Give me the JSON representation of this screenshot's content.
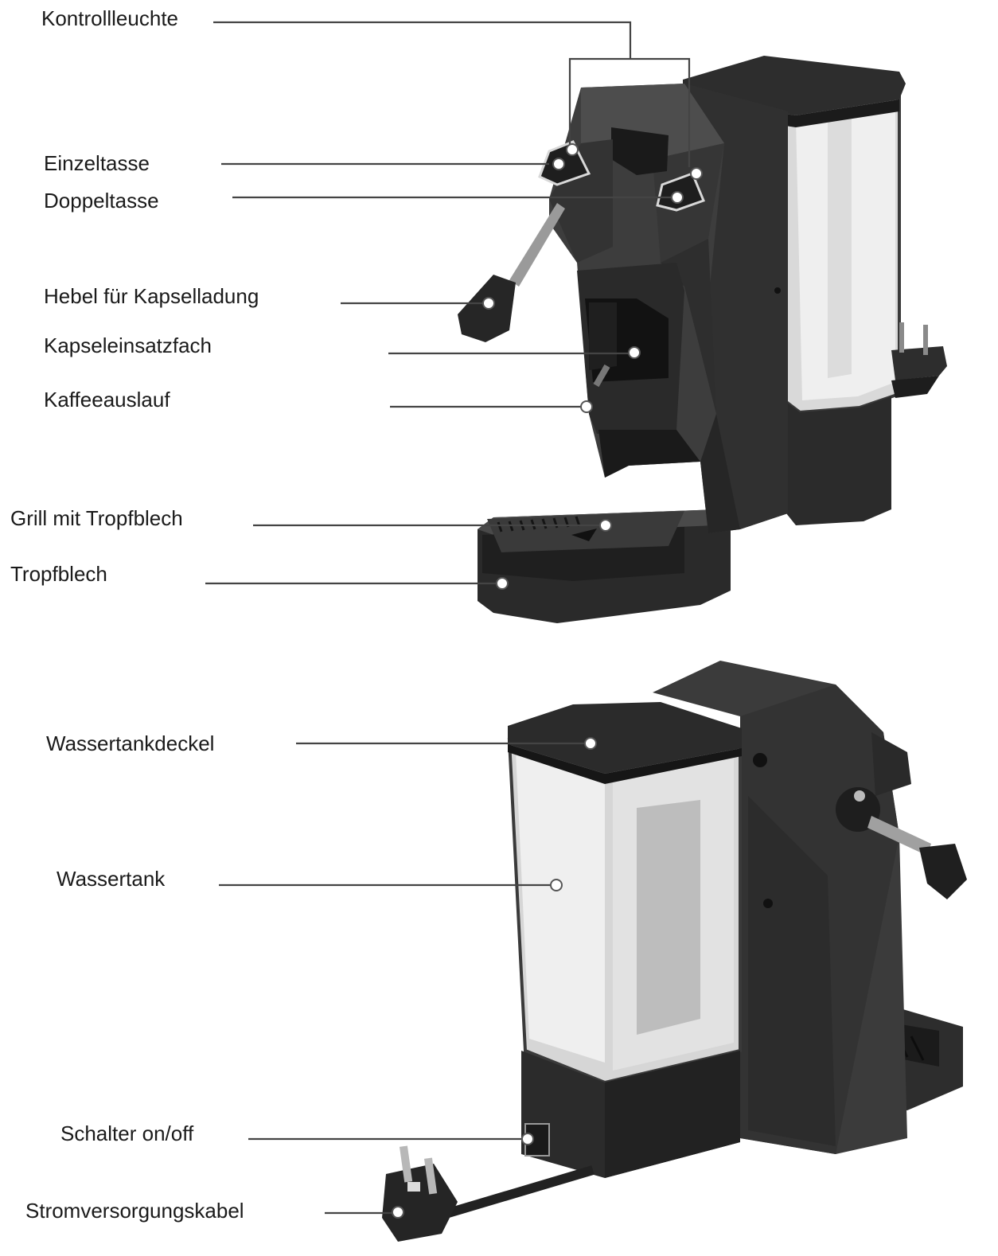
{
  "top_view": {
    "labels": [
      {
        "key": "kontrollleuchte",
        "text": "Kontrollleuchte"
      },
      {
        "key": "einzeltasse",
        "text": "Einzeltasse"
      },
      {
        "key": "doppeltasse",
        "text": "Doppeltasse"
      },
      {
        "key": "hebel",
        "text": "Hebel für Kapselladung"
      },
      {
        "key": "kapseleinsatzfach",
        "text": "Kapseleinsatzfach"
      },
      {
        "key": "kaffeeauslauf",
        "text": "Kaffeeauslauf"
      },
      {
        "key": "grill",
        "text": "Grill mit Tropfblech"
      },
      {
        "key": "tropfblech",
        "text": "Tropfblech"
      }
    ]
  },
  "bottom_view": {
    "labels": [
      {
        "key": "wassertankdeckel",
        "text": "Wassertankdeckel"
      },
      {
        "key": "wassertank",
        "text": "Wassertank"
      },
      {
        "key": "schalter",
        "text": "Schalter on/off"
      },
      {
        "key": "kabel",
        "text": "Stromversorgungskabel"
      }
    ]
  },
  "colors": {
    "body": "#3c3c3c",
    "body_dark": "#262626",
    "body_light": "#555555",
    "tank": "#e6e6e6",
    "leader": "#444444"
  }
}
